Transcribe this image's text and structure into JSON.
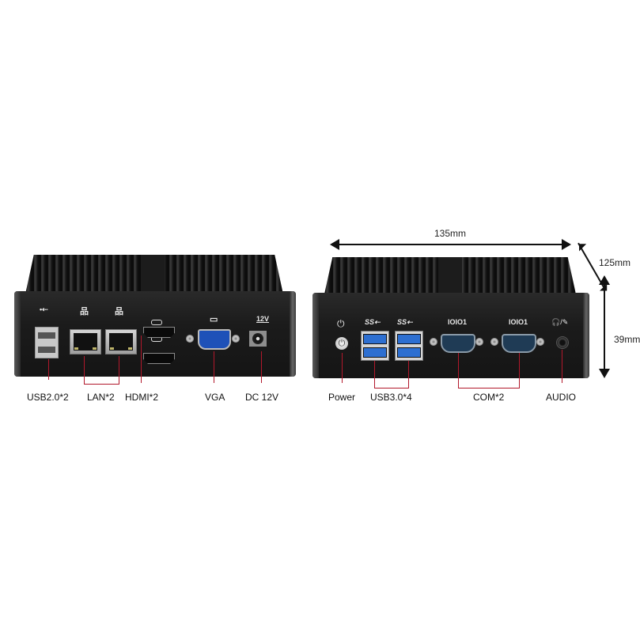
{
  "left_view": {
    "port_labels": {
      "usb2": "USB2.0*2",
      "lan": "LAN*2",
      "hdmi": "HDMI*2",
      "vga": "VGA",
      "dc": "DC 12V"
    },
    "icon_texts": {
      "usb": "•⇠",
      "lan1": "品",
      "lan2": "品",
      "vga": "▭",
      "dc": "12V"
    }
  },
  "right_view": {
    "port_labels": {
      "power": "Power",
      "usb3": "USB3.0*4",
      "com": "COM*2",
      "audio": "AUDIO"
    },
    "icon_texts": {
      "power": "⏻",
      "usb3_1": "SS⇠",
      "usb3_2": "SS⇠",
      "com1": "IOIO1",
      "com2": "IOIO1",
      "audio": "🎧/✎"
    }
  },
  "dimensions": {
    "width": "135mm",
    "depth": "125mm",
    "height": "39mm"
  },
  "colors": {
    "callout_line": "#b2182b",
    "case": "#1b1b1b",
    "usb3_blue": "#2d6fd1",
    "vga_blue": "#1e51b8"
  }
}
